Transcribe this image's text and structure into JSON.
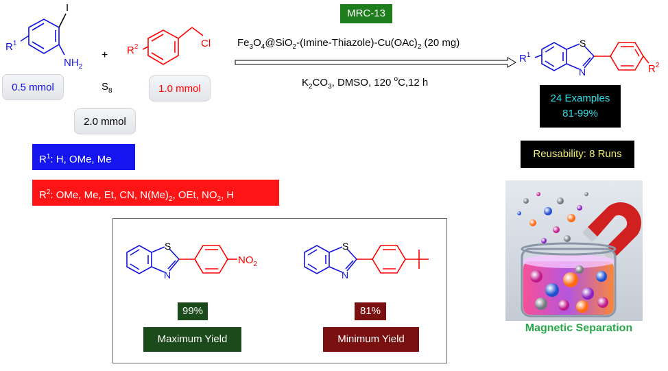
{
  "reactants": {
    "aniline": {
      "r_label": "R",
      "r_sup": "1",
      "i_label": "I",
      "nh2_label": "NH",
      "nh2_sub": "2"
    },
    "plus": "+",
    "benzyl": {
      "r_label": "R",
      "r_sup": "2",
      "cl_label": "Cl"
    },
    "sulfur": {
      "label": "S",
      "sub": "8"
    }
  },
  "amounts": {
    "aniline": "0.5 mmol",
    "benzyl": "1.0 mmol",
    "sulfur": "2.0 mmol"
  },
  "catalyst_tag": "MRC-13",
  "conditions": {
    "line1": {
      "fe": "Fe",
      "fe_sub": "3",
      "o": "O",
      "o_sub": "4",
      "at_si": "@SiO",
      "si_sub": "2",
      "mid": "-(Imine-Thiazole)-Cu(OAc)",
      "cu_sub": "2",
      "tail": " (20 mg)"
    },
    "line2": {
      "k": "K",
      "k_sub": "2",
      "co": "CO",
      "co_sub": "3",
      "mid": ", DMSO, 120 ",
      "deg": "o",
      "tail": "C,12 h"
    }
  },
  "substituents": {
    "r1": {
      "r": "R",
      "sup": "1",
      "text": ": H, OMe, Me"
    },
    "r2": {
      "r": "R",
      "sup": "2",
      "a": ": OMe, Me, Et, CN, N(Me)",
      "a_sub": "2",
      "b": ", OEt, NO",
      "b_sub": "2",
      "c": ", H"
    }
  },
  "product": {
    "r1": "R",
    "r1_sup": "1",
    "s": "S",
    "n": "N",
    "r2": "R",
    "r2_sup": "2",
    "examples_line1": "24 Examples",
    "examples_line2": "81-99%",
    "reusability": "Reusability: 8 Runs"
  },
  "examples": {
    "max": {
      "s": "S",
      "n": "N",
      "no2": "NO",
      "no2_sub": "2",
      "yield": "99%",
      "label": "Maximum Yield"
    },
    "min": {
      "s": "S",
      "n": "N",
      "yield": "81%",
      "label": "Minimum Yield"
    }
  },
  "magnetic_caption": "Magnetic Separation",
  "colors": {
    "blue": "#1010e0",
    "red": "#ff0000",
    "catalyst_green": "#1e7e1e",
    "dark_green": "#1b4a1b",
    "dark_red": "#7a1010",
    "caption_green": "#2aa84a",
    "cyan_text": "#33e0e8",
    "yellow_text": "#f0f070"
  }
}
